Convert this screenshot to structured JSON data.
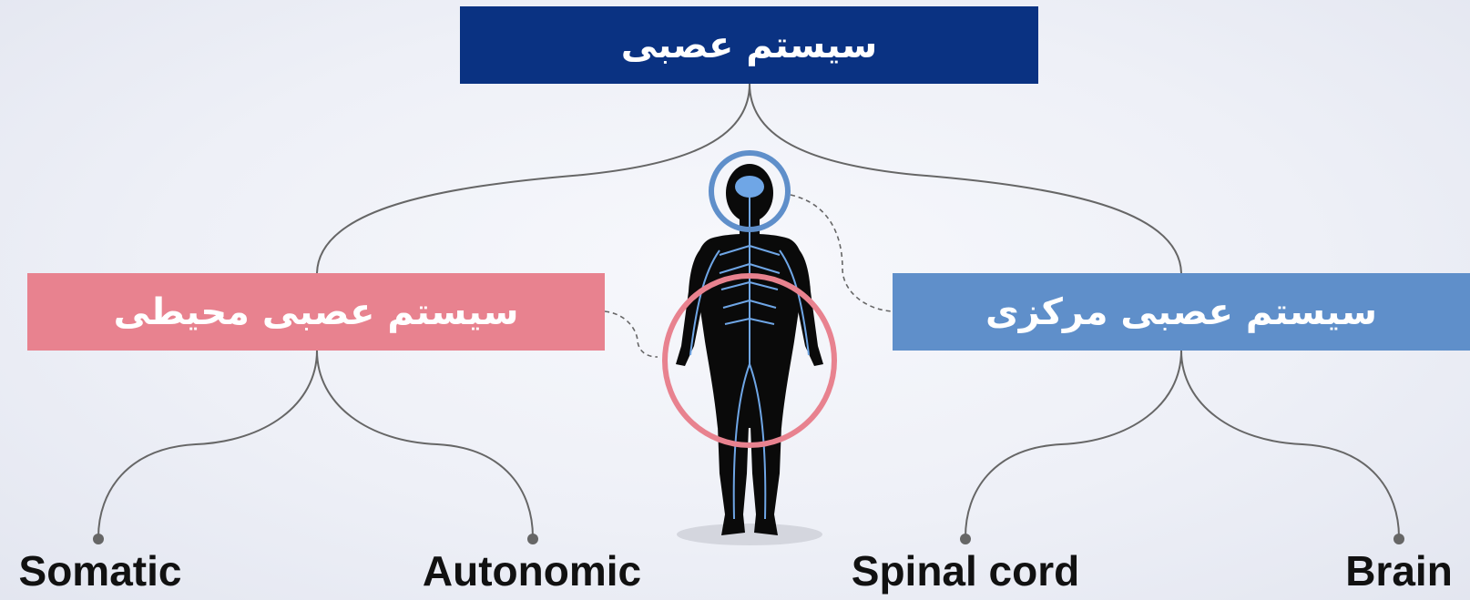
{
  "title": "سیستم عصبی",
  "branches": {
    "peripheral": {
      "label": "سیستم عصبی محیطی",
      "children": [
        "Somatic",
        "Autonomic"
      ]
    },
    "central": {
      "label": "سیستم عصبی مرکزی",
      "children": [
        "Spinal cord",
        "Brain"
      ]
    }
  },
  "colors": {
    "title_box": "#0a3282",
    "peripheral_box": "#e8828f",
    "central_box": "#5f8fca",
    "connector": "#666666",
    "figure": "#0a0a0a",
    "nerves": "#6fa6e6"
  },
  "icons": [
    "human-nervous-system-figure",
    "brain-highlight-circle",
    "body-highlight-circle"
  ]
}
